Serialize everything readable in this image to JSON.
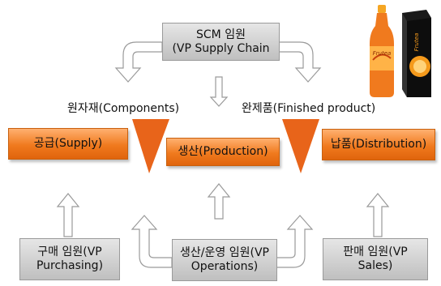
{
  "roles": {
    "scm": [
      "SCM 임원",
      "(VP Supply Chain"
    ],
    "purchasing": [
      "구매 임원(VP",
      "Purchasing)"
    ],
    "operations": [
      "생산/운영 임원(VP",
      "Operations)"
    ],
    "sales": [
      "판매 임원(VP",
      "Sales)"
    ]
  },
  "stages": {
    "supply": "공급(Supply)",
    "production": "생산(Production)",
    "distribution": "납품(Distribution)"
  },
  "flow_labels": {
    "components": "원자재(Components)",
    "finished": "완제품(Finished product)"
  },
  "product_image": {
    "brand_text": "Frutea",
    "icon": "juice-bottle-and-carton"
  },
  "colors": {
    "stage_orange": "#f07a1e",
    "triangle_orange": "#e8641a",
    "role_gray": "#cfcfcf"
  }
}
